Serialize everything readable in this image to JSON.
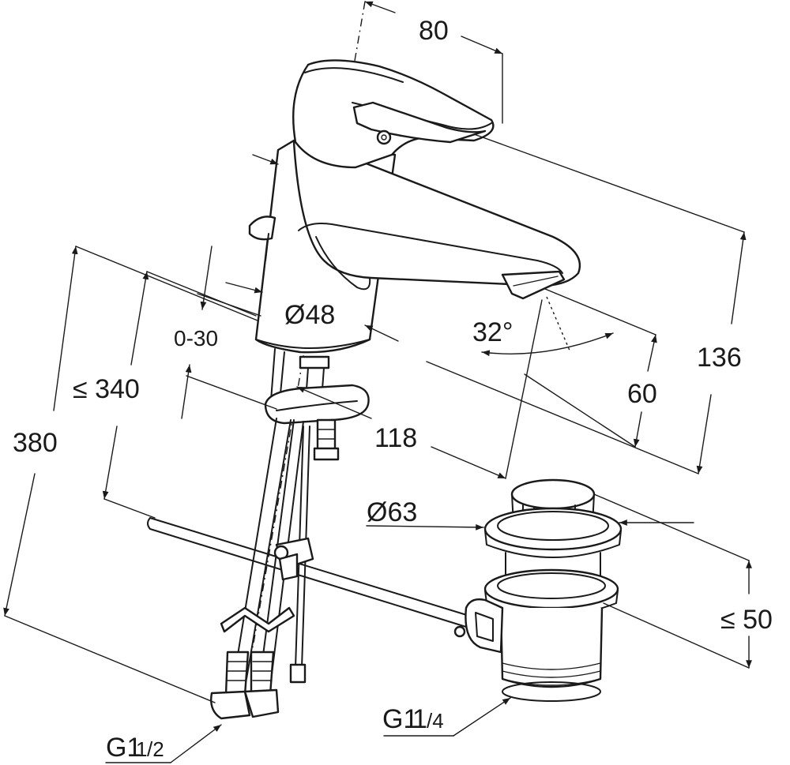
{
  "dimensions": {
    "spout_depth": "80",
    "height_total": "136",
    "spout_height": "60",
    "angle": "32°",
    "body_diameter": "Ø48",
    "deck_thickness": "0-30",
    "max_below": "≤ 340",
    "hose_length": "380",
    "tap_hole_offset": "118",
    "waste_diameter": "Ø63",
    "waste_max": "≤ 50"
  },
  "threads": {
    "supply_main": "G1",
    "supply_frac": "/2",
    "supply_frac_num": "1",
    "waste_main": "G1",
    "waste_frac_num": "1",
    "waste_frac": "/4"
  }
}
